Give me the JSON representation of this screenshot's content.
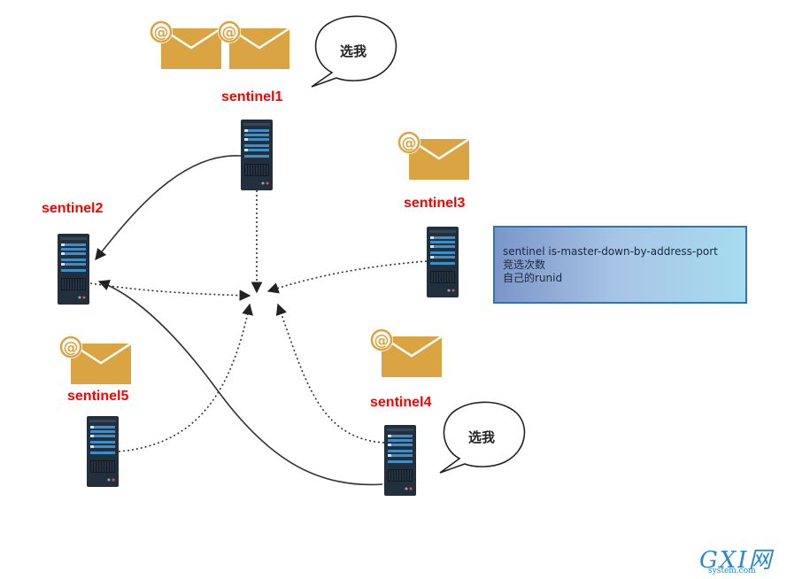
{
  "sentinels": [
    {
      "id": "s1",
      "label": "sentinel1"
    },
    {
      "id": "s2",
      "label": "sentinel2"
    },
    {
      "id": "s3",
      "label": "sentinel3"
    },
    {
      "id": "s4",
      "label": "sentinel4"
    },
    {
      "id": "s5",
      "label": "sentinel5"
    }
  ],
  "bubbles": [
    {
      "id": "b1",
      "text": "选我"
    },
    {
      "id": "b2",
      "text": "选我"
    }
  ],
  "note": {
    "lines": [
      "sentinel is-master-down-by-address-port",
      "竞选次数",
      "自己的runid"
    ]
  },
  "watermark": {
    "main": "GXI网",
    "sub": "system.com"
  },
  "colors": {
    "label": "#ff0000",
    "envelope": "#d9a441",
    "server_body": "#22303d",
    "server_screen": "#3e8fc7",
    "note_border": "#2e75b6"
  },
  "icons": [
    "mail-icon",
    "server-icon",
    "speech-bubble-icon"
  ]
}
